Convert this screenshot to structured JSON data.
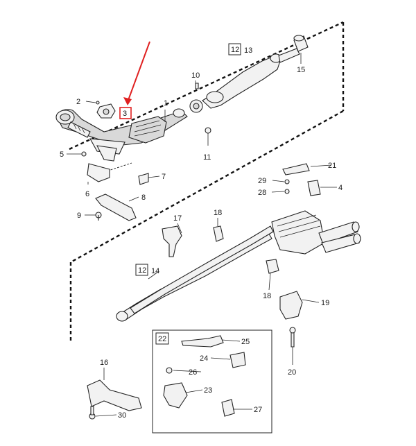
{
  "diagram": {
    "callouts": [
      {
        "id": "c1",
        "text": "1"
      },
      {
        "id": "c2",
        "text": "2"
      },
      {
        "id": "c3",
        "text": "3"
      },
      {
        "id": "c4",
        "text": "4"
      },
      {
        "id": "c5",
        "text": "5"
      },
      {
        "id": "c6",
        "text": "6"
      },
      {
        "id": "c7",
        "text": "7"
      },
      {
        "id": "c8",
        "text": "8"
      },
      {
        "id": "c9",
        "text": "9"
      },
      {
        "id": "c10",
        "text": "10"
      },
      {
        "id": "c11",
        "text": "11"
      },
      {
        "id": "c12a",
        "text": "12"
      },
      {
        "id": "c13",
        "text": "13"
      },
      {
        "id": "c12b",
        "text": "12"
      },
      {
        "id": "c14",
        "text": "14"
      },
      {
        "id": "c15",
        "text": "15"
      },
      {
        "id": "c16",
        "text": "16"
      },
      {
        "id": "c17",
        "text": "17"
      },
      {
        "id": "c18a",
        "text": "18"
      },
      {
        "id": "c18b",
        "text": "18"
      },
      {
        "id": "c19",
        "text": "19"
      },
      {
        "id": "c20",
        "text": "20"
      },
      {
        "id": "c21",
        "text": "21"
      },
      {
        "id": "c22",
        "text": "22"
      },
      {
        "id": "c23",
        "text": "23"
      },
      {
        "id": "c24",
        "text": "24"
      },
      {
        "id": "c25",
        "text": "25"
      },
      {
        "id": "c26",
        "text": "26"
      },
      {
        "id": "c27",
        "text": "27"
      },
      {
        "id": "c28",
        "text": "28"
      },
      {
        "id": "c29",
        "text": "29"
      },
      {
        "id": "c30",
        "text": "30"
      }
    ],
    "highlight": {
      "text": "3",
      "color": "#e02020"
    },
    "colors": {
      "line": "#222222",
      "highlight": "#e02020",
      "fill": "#f2f2f2"
    }
  }
}
